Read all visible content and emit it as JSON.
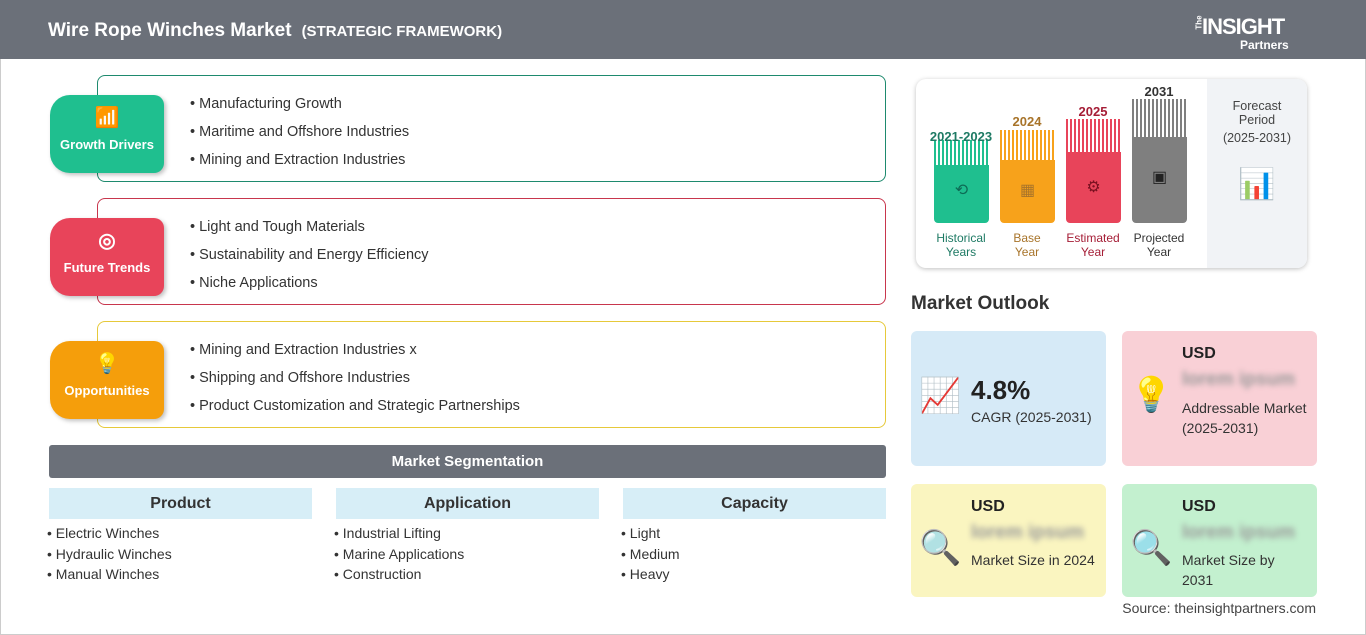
{
  "header": {
    "title": "Wire Rope Winches Market",
    "subtitle": "(STRATEGIC FRAMEWORK)",
    "logo": {
      "the": "The",
      "insight": "INSIGHT",
      "partners": "Partners"
    }
  },
  "framework": [
    {
      "label": "Growth Drivers",
      "color": "#1fbf8f",
      "icon": "growth-chart-icon",
      "items": [
        "Manufacturing Growth",
        "Maritime and Offshore Industries",
        "Mining and Extraction Industries"
      ]
    },
    {
      "label": "Future Trends",
      "color": "#e8445a",
      "icon": "target-icon",
      "items": [
        "Light and Tough Materials",
        "Sustainability and Energy Efficiency",
        "Niche Applications"
      ]
    },
    {
      "label": "Opportunities",
      "color": "#f59e0b",
      "icon": "lightbulb-hand-icon",
      "items": [
        "Mining and Extraction Industries x",
        "Shipping and Offshore Industries",
        "Product Customization and Strategic Partnerships"
      ]
    }
  ],
  "segmentation": {
    "title": "Market Segmentation",
    "columns": [
      {
        "header": "Product",
        "items": [
          "Electric Winches",
          "Hydraulic Winches",
          "Manual Winches"
        ]
      },
      {
        "header": "Application",
        "items": [
          "Industrial Lifting",
          "Marine Applications",
          "Construction"
        ]
      },
      {
        "header": "Capacity",
        "items": [
          "Light",
          "Medium",
          "Heavy"
        ]
      }
    ]
  },
  "timeline": {
    "bars": [
      {
        "year": "2021-2023",
        "label": [
          "Historical",
          "Years"
        ],
        "color": "#1fbf8f",
        "text": "#1e7a64"
      },
      {
        "year": "2024",
        "label": [
          "Base",
          "Year"
        ],
        "color": "#f7a21b",
        "text": "#a8742a"
      },
      {
        "year": "2025",
        "label": [
          "Estimated",
          "Year"
        ],
        "color": "#e8445a",
        "text": "#a51d36"
      },
      {
        "year": "2031",
        "label": [
          "Projected",
          "Year"
        ],
        "color": "#7f7f7f",
        "text": "#333333"
      }
    ],
    "forecast": {
      "title": [
        "Forecast",
        "Period"
      ],
      "range": "(2025-2031)"
    }
  },
  "outlook": {
    "title": "Market Outlook",
    "cagr": {
      "value": "4.8%",
      "label": "CAGR (2025-2031)"
    },
    "addressable": {
      "currency": "USD",
      "value": "lorem ipsum",
      "label": "Addressable Market (2025-2031)"
    },
    "size2024": {
      "currency": "USD",
      "value": "lorem ipsum",
      "label": "Market Size in 2024"
    },
    "size2031": {
      "currency": "USD",
      "value": "lorem ipsum",
      "label": "Market Size by 2031"
    }
  },
  "source": "Source: theinsightpartners.com"
}
